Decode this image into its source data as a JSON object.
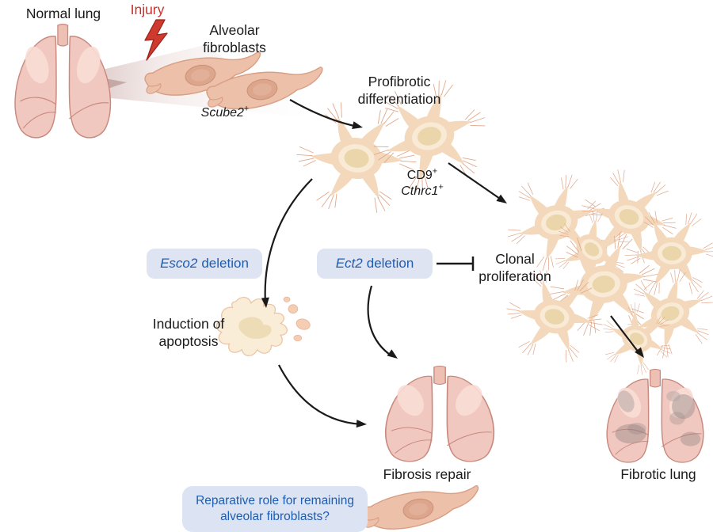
{
  "figure": {
    "labels": {
      "normal_lung": "Normal lung",
      "injury": "Injury",
      "alveolar_line1": "Alveolar",
      "alveolar_line2": "fibroblasts",
      "scube2": {
        "gene": "Scube2",
        "sup": "+"
      },
      "profibrotic_line1": "Profibrotic",
      "profibrotic_line2": "differentiation",
      "cd9": {
        "text": "CD9",
        "sup": "+"
      },
      "cthrc1": {
        "gene": "Cthrc1",
        "sup": "+"
      },
      "esco2_box": {
        "gene": "Esco2",
        "rest": "deletion"
      },
      "ect2_box": {
        "gene": "Ect2",
        "rest": "deletion"
      },
      "clonal_line1": "Clonal",
      "clonal_line2": "proliferation",
      "apoptosis_line1": "Induction of",
      "apoptosis_line2": "apoptosis",
      "fibrosis_repair": "Fibrosis repair",
      "fibrotic_lung": "Fibrotic lung",
      "reparative_line1": "Reparative role for remaining",
      "reparative_line2": "alveolar fibroblasts?"
    },
    "illustrations": {
      "normal_lung": "healthy-lungs-illustration",
      "injury_bolt": "lightning-bolt-icon",
      "beam": "magnify-beam-from-lung",
      "alveolar_fibroblasts": "two-spindle-fibroblast-cells",
      "profibrotic_cells": "two-star-myofibroblast-cells",
      "clonal_cluster": "cluster-of-eight-star-myofibroblast-cells",
      "apoptotic_cell": "fragmenting-apoptotic-cell-blob",
      "repair_lungs": "healthy-lungs-illustration",
      "fibrotic_lungs": "lungs-with-gray-fibrotic-patches",
      "bottom_fibroblast": "single-spindle-fibroblast-cell",
      "arrows": "black-curved-process-arrows",
      "inhibition": "t-bar-inhibition-line"
    },
    "colors": {
      "text": "#1a1a1a",
      "injury_red": "#c9302c",
      "bolt_red": "#ce3a2e",
      "accent_blue": "#1d5db2",
      "box_fill": "#dfe4f2",
      "fibroblast_pink": "#edc0aa",
      "myofibroblast_cream": "#f3d8bb",
      "lung_pink": "#f1c8bf",
      "lung_outline": "#c8897e",
      "fibrotic_gray": "#8f8080"
    }
  }
}
